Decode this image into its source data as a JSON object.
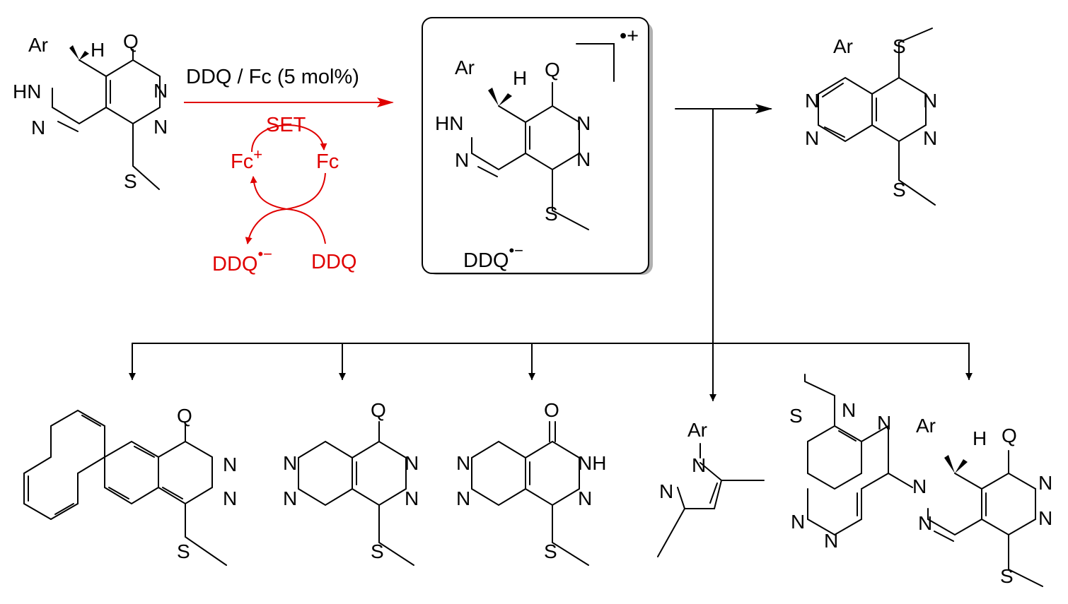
{
  "reagent": {
    "conditions": "DDQ / Fc (5 mol%)",
    "set": "SET",
    "fc_plus": "Fc",
    "fc_plus_charge": "+",
    "fc": "Fc",
    "ddq_radical_anion": "DDQ",
    "ddq_radical_anion_charge": "•−",
    "ddq": "DDQ"
  },
  "intermediate": {
    "counterion": "DDQ",
    "counterion_charge": "•−",
    "radical_cation_charge": "•+"
  },
  "atoms": {
    "ar": "Ar",
    "h": "H",
    "q": "Q",
    "hn": "HN",
    "n": "N",
    "s": "S",
    "o": "O",
    "nh": "NH"
  },
  "colors": {
    "catalytic_cycle": "#e00000",
    "structure": "#000000",
    "box_shadow": "#b0b0b0"
  }
}
